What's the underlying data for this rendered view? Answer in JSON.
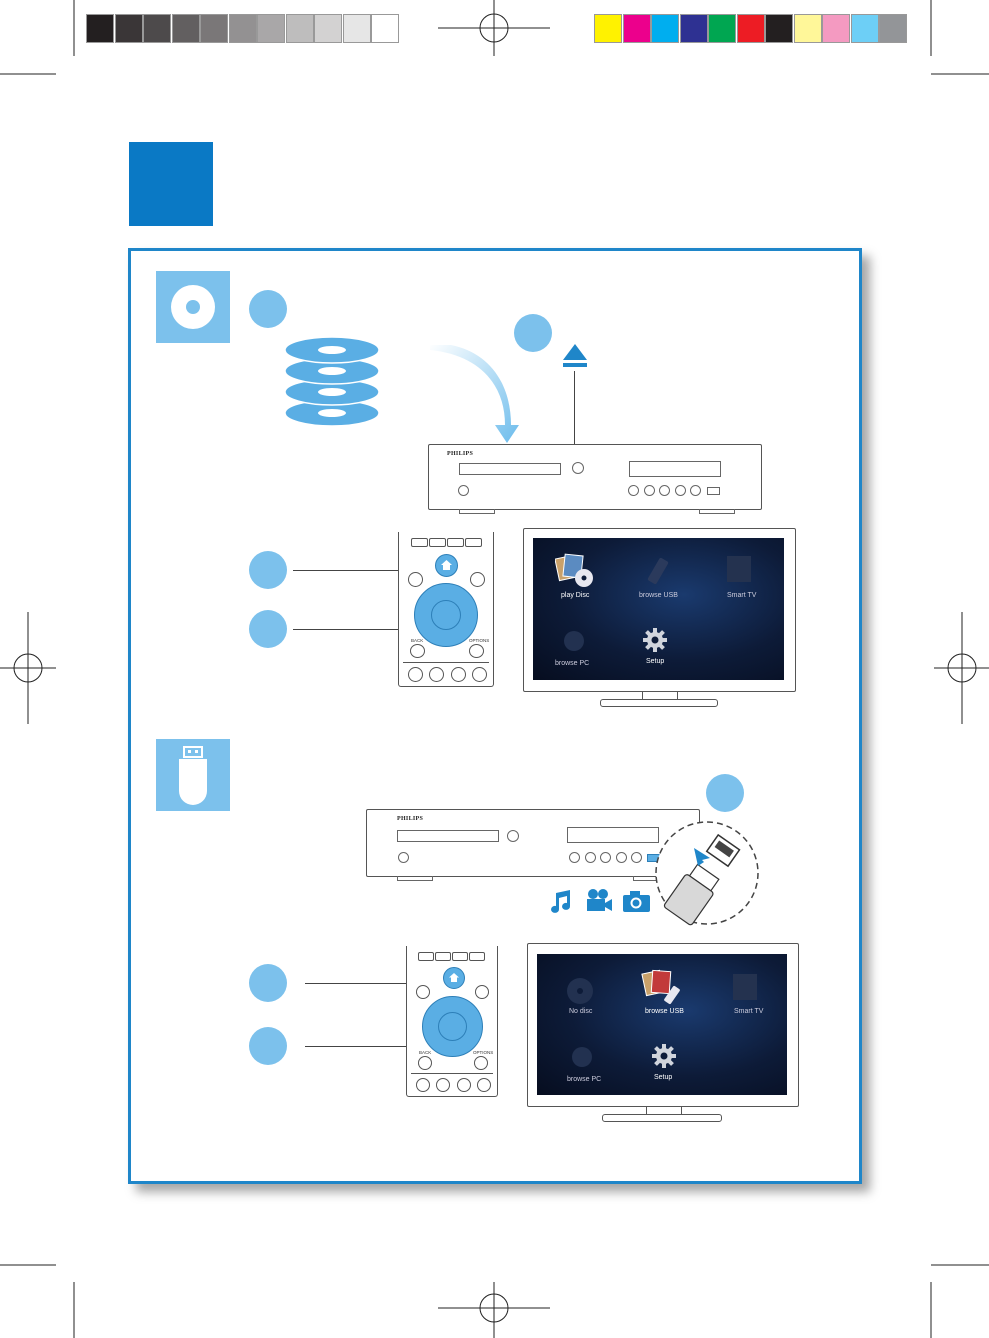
{
  "colors": {
    "accent": "#0a79c5",
    "frame_border": "#1f86c9",
    "badge": "#7cc1ec",
    "grayscale_swatches": [
      "#231f20",
      "#3a3637",
      "#4d4a4b",
      "#625f60",
      "#7a7778",
      "#939192",
      "#a9a7a8",
      "#bebdbd",
      "#d3d2d2",
      "#e6e6e6",
      "#ffffff"
    ],
    "color_swatches": [
      "#fff200",
      "#ec008c",
      "#00aeef",
      "#2e3192",
      "#00a651",
      "#ed1c24",
      "#231f20",
      "#fff799",
      "#f49ac1",
      "#6dcff6",
      "#939598"
    ]
  },
  "icons": {
    "disc_section": "disc-icon",
    "usb_section": "usb-drive-icon",
    "eject": "eject-icon",
    "media_types": [
      "music-note-icon",
      "video-camera-icon",
      "photo-camera-icon"
    ]
  },
  "player": {
    "brand": "PHILIPS"
  },
  "remote": {
    "back_label": "BACK",
    "options_label": "OPTIONS"
  },
  "disc_screen": {
    "items": [
      {
        "label": "play Disc",
        "icon": "disc-photo-icon",
        "active": true
      },
      {
        "label": "browse USB",
        "icon": "usb-icon",
        "active": false
      },
      {
        "label": "Smart TV",
        "icon": "smart-tv-icon",
        "active": false
      },
      {
        "label": "browse PC",
        "icon": "network-icon",
        "active": false
      },
      {
        "label": "Setup",
        "icon": "gear-icon",
        "active": false
      }
    ]
  },
  "usb_screen": {
    "items": [
      {
        "label": "No disc",
        "icon": "disc-icon",
        "active": false
      },
      {
        "label": "browse USB",
        "icon": "usb-photo-icon",
        "active": true
      },
      {
        "label": "Smart TV",
        "icon": "smart-tv-icon",
        "active": false
      },
      {
        "label": "browse PC",
        "icon": "network-icon",
        "active": false
      },
      {
        "label": "Setup",
        "icon": "gear-icon",
        "active": false
      }
    ]
  }
}
